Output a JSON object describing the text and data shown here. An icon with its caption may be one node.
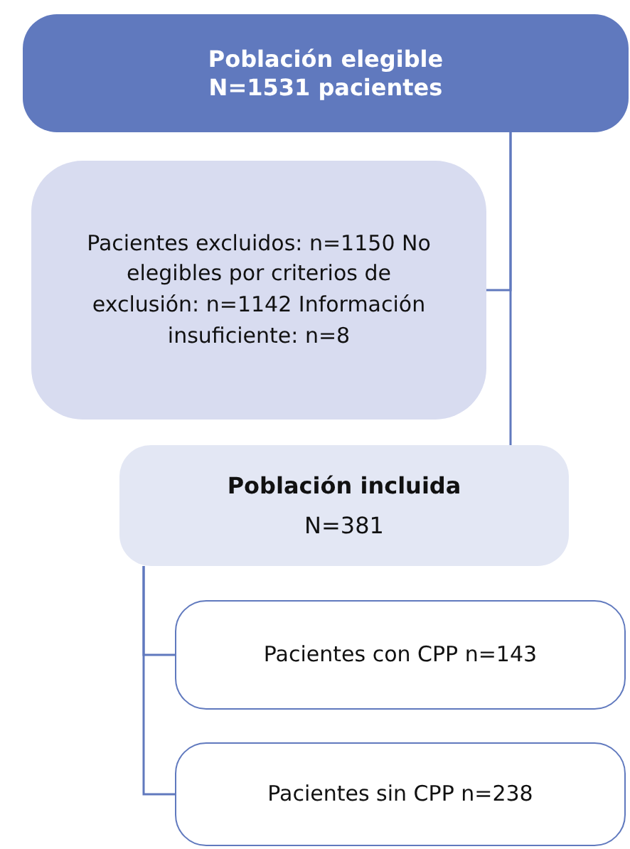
{
  "diagram": {
    "nodes": [
      {
        "text": [
          "Población elegible N=1531 pacientes"
        ]
      },
      {
        "text": [
          "Pacientes excluidos: n=1150 No elegibles por criterios de exclusión: n=1142 Información insuficiente: n=8"
        ]
      },
      {
        "text": [
          "Población incluida",
          "N=381"
        ]
      },
      {
        "text": [
          "Pacientes con CPP n=143"
        ]
      },
      {
        "text": [
          "Pacientes sin CPP n=238"
        ]
      }
    ],
    "edges": [
      {
        "from": 0,
        "to": 1,
        "arrow": "none"
      },
      {
        "from": 0,
        "to": 2,
        "arrow": "none"
      },
      {
        "from": 2,
        "to": 3,
        "arrow": "none"
      },
      {
        "from": 2,
        "to": 4,
        "arrow": "none"
      }
    ]
  }
}
